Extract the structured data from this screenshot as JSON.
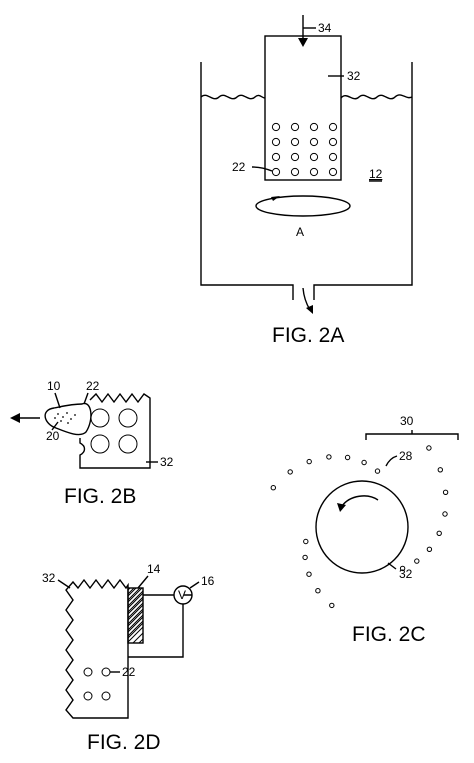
{
  "figures": {
    "fig2a": {
      "caption": "FIG. 2A",
      "labels": {
        "inlet": "34",
        "tube": "32",
        "tank": "12",
        "hole": "22",
        "rotation": "A"
      }
    },
    "fig2b": {
      "caption": "FIG. 2B",
      "labels": {
        "droplet": "10",
        "hole": "22",
        "core": "20",
        "tube": "32"
      }
    },
    "fig2c": {
      "caption": "FIG. 2C",
      "labels": {
        "spray": "30",
        "particles": "28",
        "tube": "32"
      }
    },
    "fig2d": {
      "caption": "FIG. 2D",
      "labels": {
        "tube": "32",
        "electrode": "14",
        "meter": "16",
        "hole": "22",
        "meter_symbol": "V"
      }
    }
  }
}
